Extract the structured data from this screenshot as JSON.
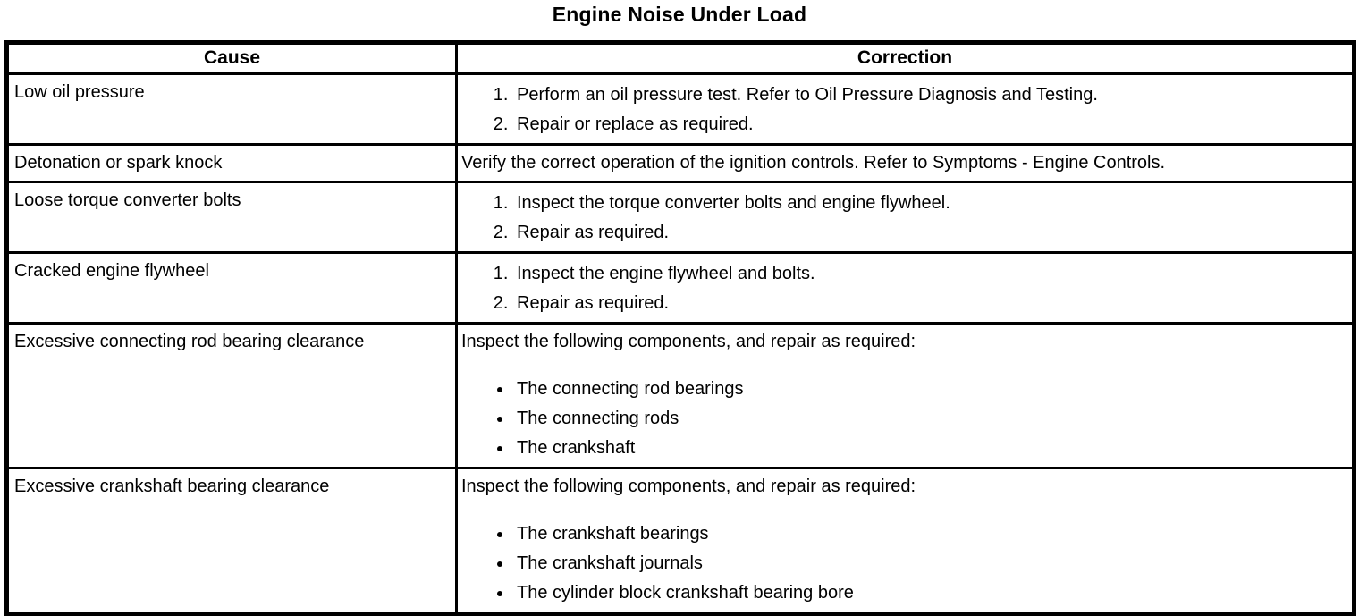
{
  "page_title": "Engine Noise Under Load",
  "colors": {
    "text": "#000000",
    "border": "#000000",
    "background": "#ffffff"
  },
  "table": {
    "headers": {
      "cause": "Cause",
      "correction": "Correction"
    },
    "rows": [
      {
        "cause": "Low oil pressure",
        "correction": {
          "numbered": [
            "Perform an oil pressure test. Refer to Oil Pressure Diagnosis and Testing.",
            "Repair or replace as required."
          ]
        }
      },
      {
        "cause": "Detonation or spark knock",
        "correction": {
          "text": "Verify the correct operation of the ignition controls. Refer to Symptoms - Engine Controls."
        }
      },
      {
        "cause": "Loose torque converter bolts",
        "correction": {
          "numbered": [
            "Inspect the torque converter bolts and engine flywheel.",
            "Repair as required."
          ]
        }
      },
      {
        "cause": "Cracked engine flywheel",
        "correction": {
          "numbered": [
            "Inspect the engine flywheel and bolts.",
            "Repair as required."
          ]
        }
      },
      {
        "cause": "Excessive connecting rod bearing clearance",
        "correction": {
          "intro": "Inspect the following components, and repair as required:",
          "bullets": [
            "The connecting rod bearings",
            "The connecting rods",
            "The crankshaft"
          ]
        }
      },
      {
        "cause": "Excessive crankshaft bearing clearance",
        "correction": {
          "intro": "Inspect the following components, and repair as required:",
          "bullets": [
            "The crankshaft bearings",
            "The crankshaft journals",
            "The cylinder block crankshaft bearing bore"
          ]
        }
      }
    ]
  }
}
